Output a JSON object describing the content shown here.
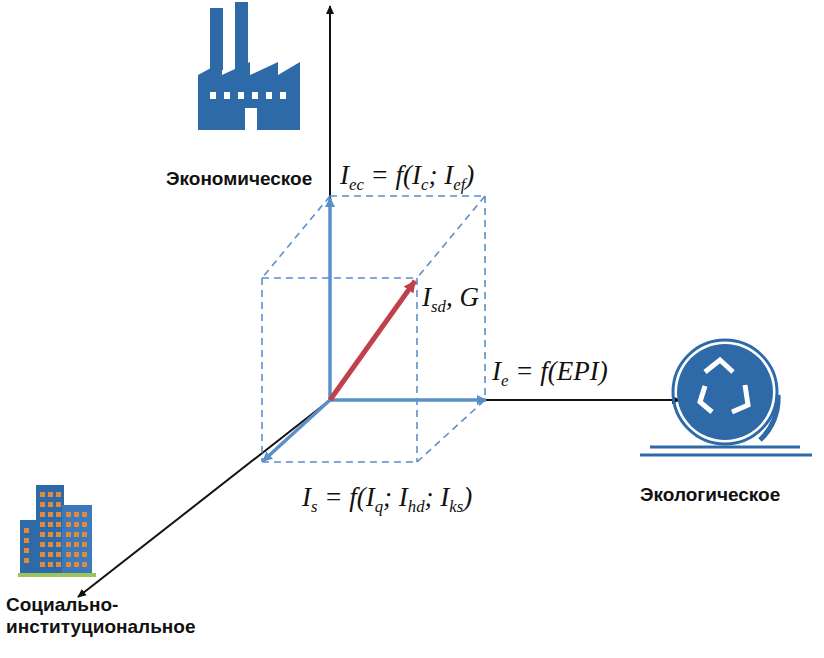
{
  "diagram": {
    "labels": [
      "Экономическое",
      "Iec = f(Ic; Ief)",
      "Isd, G",
      "Ie = f(EPI)",
      "Экологическое",
      "Is = f(Iq; Ihd; Iks)",
      "Социально- институциональное"
    ]
  }
}
